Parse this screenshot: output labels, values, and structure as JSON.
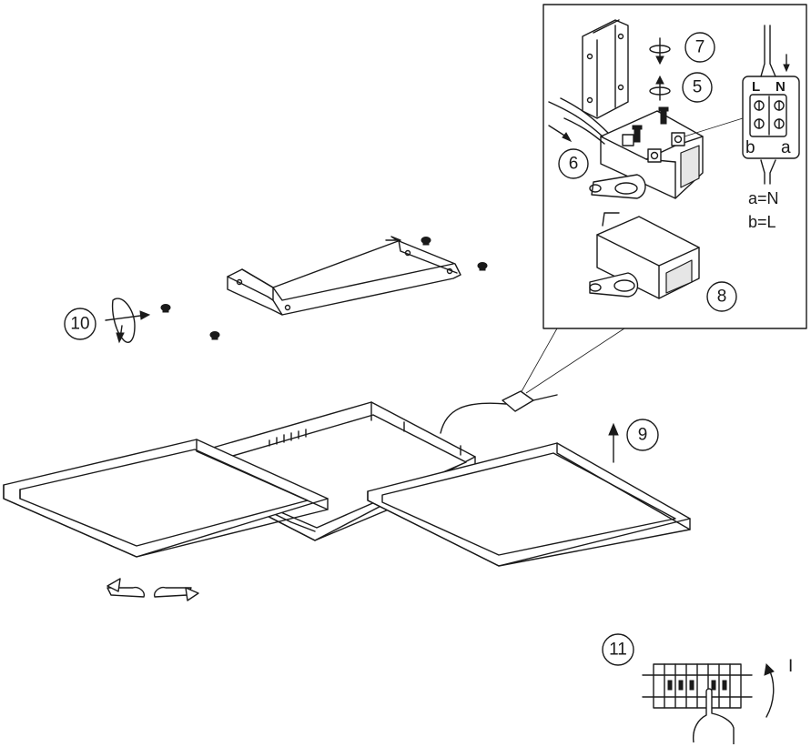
{
  "steps": {
    "s5": "5",
    "s6": "6",
    "s7": "7",
    "s8": "8",
    "s9": "9",
    "s10": "10",
    "s11": "11"
  },
  "terminal": {
    "left_label": "L",
    "right_label": "N",
    "wire_b": "b",
    "wire_a": "a"
  },
  "legend": {
    "line1": "a=N",
    "line2": "b=L"
  },
  "switch_on_label": "I",
  "icons": [
    "rotate-cw-icon",
    "rotate-ccw-icon",
    "arrow-up-icon",
    "screw-icon",
    "hand-icon",
    "circuit-breaker-icon"
  ]
}
